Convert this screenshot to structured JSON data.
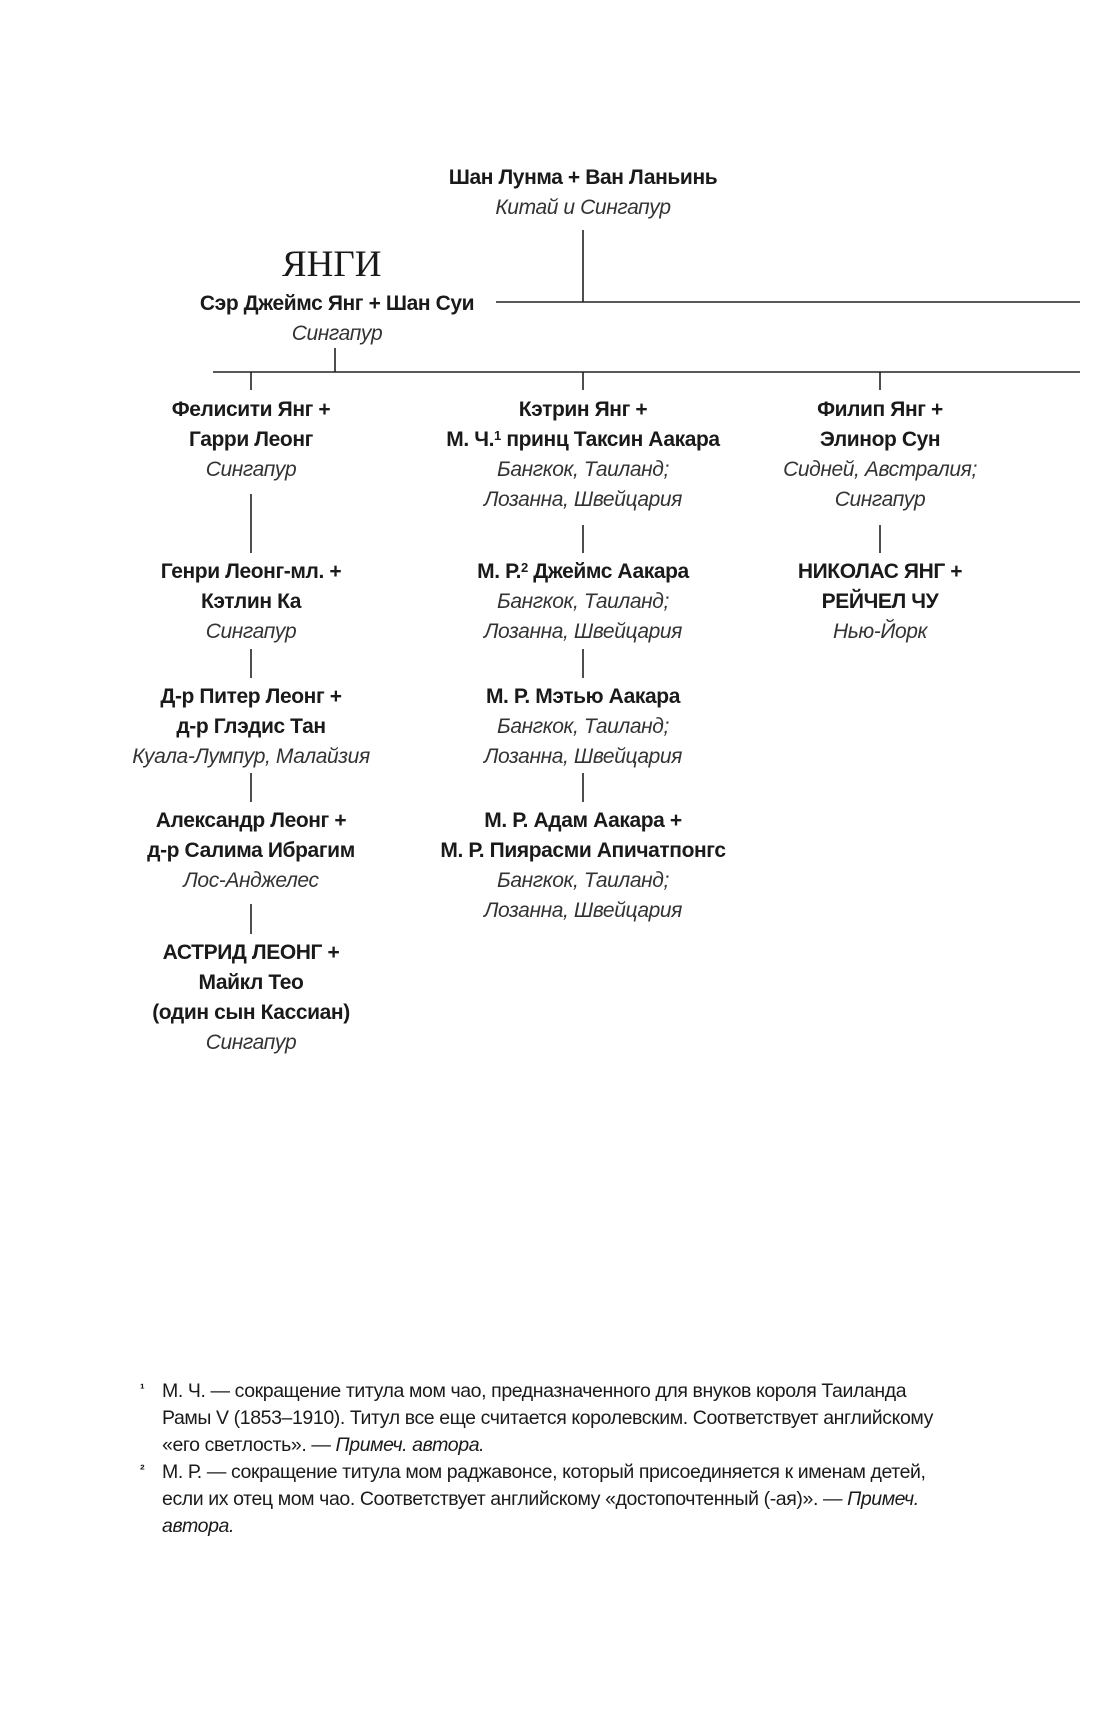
{
  "family_title": "ЯНГИ",
  "people": [
    {
      "id": "shang",
      "names": [
        "Шан Лунма  +  Ван Ланьинь"
      ],
      "places": [
        "Китай и Сингапур"
      ]
    },
    {
      "id": "james",
      "names": [
        "Сэр Джеймс Янг + Шан Суи"
      ],
      "places": [
        "Сингапур"
      ]
    },
    {
      "id": "felicity",
      "names": [
        "Фелисити Янг +",
        "Гарри Леонг"
      ],
      "places": [
        "Сингапур"
      ]
    },
    {
      "id": "catherine",
      "names": [
        "Кэтрин Янг +",
        "М. Ч.¹ принц Таксин Аакара"
      ],
      "places": [
        "Бангкок, Таиланд;",
        "Лозанна, Швейцария"
      ]
    },
    {
      "id": "philip",
      "names": [
        "Филип Янг +",
        "Элинор Сун"
      ],
      "places": [
        "Сидней, Австралия;",
        "Сингапур"
      ]
    },
    {
      "id": "henry",
      "names": [
        "Генри Леонг-мл. +",
        "Кэтлин Ка"
      ],
      "places": [
        "Сингапур"
      ]
    },
    {
      "id": "mr_james",
      "names": [
        "М. Р.² Джеймс Аакара"
      ],
      "places": [
        "Бангкок, Таиланд;",
        "Лозанна, Швейцария"
      ]
    },
    {
      "id": "nicholas",
      "names": [
        "НИКОЛАС ЯНГ +",
        "РЕЙЧЕЛ ЧУ"
      ],
      "places": [
        "Нью-Йорк"
      ]
    },
    {
      "id": "peter",
      "names": [
        "Д-р Питер Леонг +",
        "д-р Глэдис Тан"
      ],
      "places": [
        "Куала-Лумпур, Малайзия"
      ]
    },
    {
      "id": "matthew",
      "names": [
        "М. Р. Мэтью Аакара"
      ],
      "places": [
        "Бангкок, Таиланд;",
        "Лозанна, Швейцария"
      ]
    },
    {
      "id": "alexander",
      "names": [
        "Александр Леонг +",
        "д-р Салима Ибрагим"
      ],
      "places": [
        "Лос-Анджелес"
      ]
    },
    {
      "id": "adam",
      "names": [
        "М. Р. Адам Аакара +",
        "М. Р. Пиярасми Апичатпонгс"
      ],
      "places": [
        "Бангкок, Таиланд;",
        "Лозанна, Швейцария"
      ]
    },
    {
      "id": "astrid",
      "names": [
        "АСТРИД ЛЕОНГ +",
        "Майкл Тео",
        "(один сын Кассиан)"
      ],
      "places": [
        "Сингапур"
      ]
    }
  ],
  "footnotes": [
    {
      "mark": "¹",
      "html": "М. Ч. — сокращение титула мом чао, предназначенного для внуков короля Таиланда Рамы V (1853–1910). Титул все еще считается королевским. Соответствует английскому «его светлость». — <i>Примеч. автора.</i>"
    },
    {
      "mark": "²",
      "html": "М. Р. — сокращение титула мом раджавонсе, который присоединяется к именам детей, если их отец мом чао. Соответствует английскому «достопочтенный (-ая)». — <i>Примеч. автора.</i>"
    }
  ]
}
